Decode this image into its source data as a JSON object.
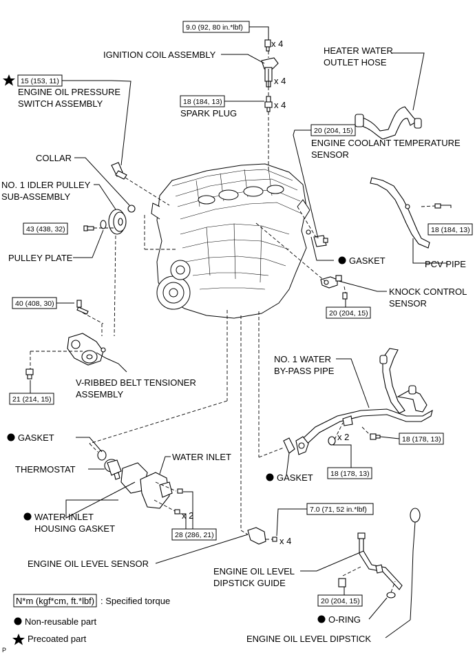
{
  "torques": {
    "coil_bolt": "9.0 (92, 80 in.*lbf)",
    "oil_pressure_switch": "15 (153, 11)",
    "spark_plug": "18 (184, 13)",
    "coolant_temp_sensor": "20 (204, 15)",
    "pcv_pipe": "18 (184, 13)",
    "idler_pulley": "43 (438, 32)",
    "tensioner_upper": "40 (408, 30)",
    "knock_sensor": "20 (204, 15)",
    "tensioner_lower": "21 (214, 15)",
    "bypass_pipe_right": "18 (178, 13)",
    "bypass_pipe_left": "18 (178, 13)",
    "water_inlet": "28 (286, 21)",
    "oil_level_sensor": "7.0 (71, 52 in.*lbf)",
    "dipstick_guide": "20 (204, 15)"
  },
  "labels": {
    "ignition_coil": "IGNITION COIL ASSEMBLY",
    "oil_pressure_switch_1": "ENGINE OIL PRESSURE",
    "oil_pressure_switch_2": "SWITCH ASSEMBLY",
    "spark_plug": "SPARK PLUG",
    "heater_hose_1": "HEATER WATER",
    "heater_hose_2": "OUTLET HOSE",
    "coolant_sensor_1": "ENGINE COOLANT TEMPERATURE",
    "coolant_sensor_2": "SENSOR",
    "collar": "COLLAR",
    "idler_pulley_1": "NO. 1 IDLER PULLEY",
    "idler_pulley_2": "SUB-ASSEMBLY",
    "pulley_plate": "PULLEY PLATE",
    "gasket": "GASKET",
    "pcv_pipe": "PCV PIPE",
    "knock_sensor_1": "KNOCK CONTROL",
    "knock_sensor_2": "SENSOR",
    "tensioner_1": "V-RIBBED BELT TENSIONER",
    "tensioner_2": "ASSEMBLY",
    "bypass_pipe_1": "NO. 1 WATER",
    "bypass_pipe_2": "BY-PASS PIPE",
    "thermostat": "THERMOSTAT",
    "water_inlet": "WATER INLET",
    "inlet_gasket_1": "WATER INLET",
    "inlet_gasket_2": "HOUSING GASKET",
    "oil_level_sensor": "ENGINE OIL LEVEL SENSOR",
    "dipstick_guide_1": "ENGINE OIL LEVEL",
    "dipstick_guide_2": "DIPSTICK GUIDE",
    "o_ring": "O-RING",
    "dipstick": "ENGINE OIL LEVEL DIPSTICK"
  },
  "quantities": {
    "x4": "x 4",
    "x2": "x 2"
  },
  "legend": {
    "torque_box": "N*m (kgf*cm, ft.*lbf)",
    "torque_text": ": Specified torque",
    "non_reusable": "Non-reusable part",
    "precoated": "Precoated part"
  },
  "corner_mark": "P"
}
